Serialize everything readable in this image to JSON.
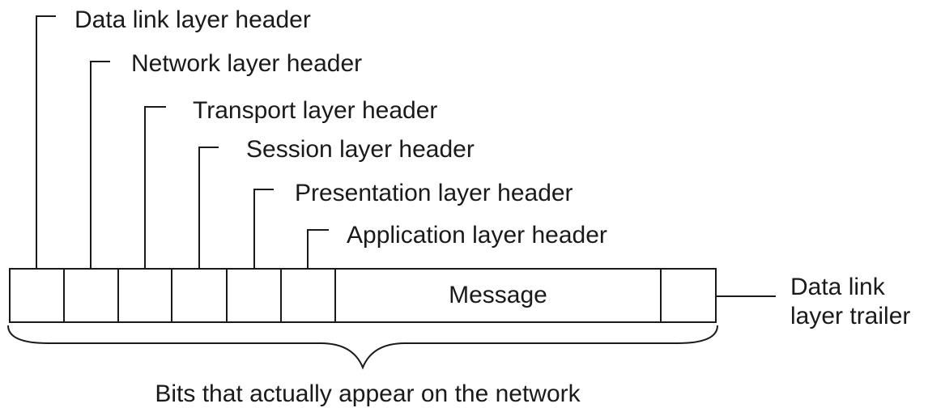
{
  "headers": [
    {
      "label": "Data link layer header"
    },
    {
      "label": "Network layer header"
    },
    {
      "label": "Transport layer header"
    },
    {
      "label": "Session layer header"
    },
    {
      "label": "Presentation layer header"
    },
    {
      "label": "Application layer header"
    }
  ],
  "message": {
    "label": "Message"
  },
  "trailer": {
    "line1": "Data link",
    "line2": "layer trailer"
  },
  "caption": "Bits that actually appear on the network",
  "colors": {
    "stroke": "#1a1a1a",
    "background": "#ffffff"
  }
}
